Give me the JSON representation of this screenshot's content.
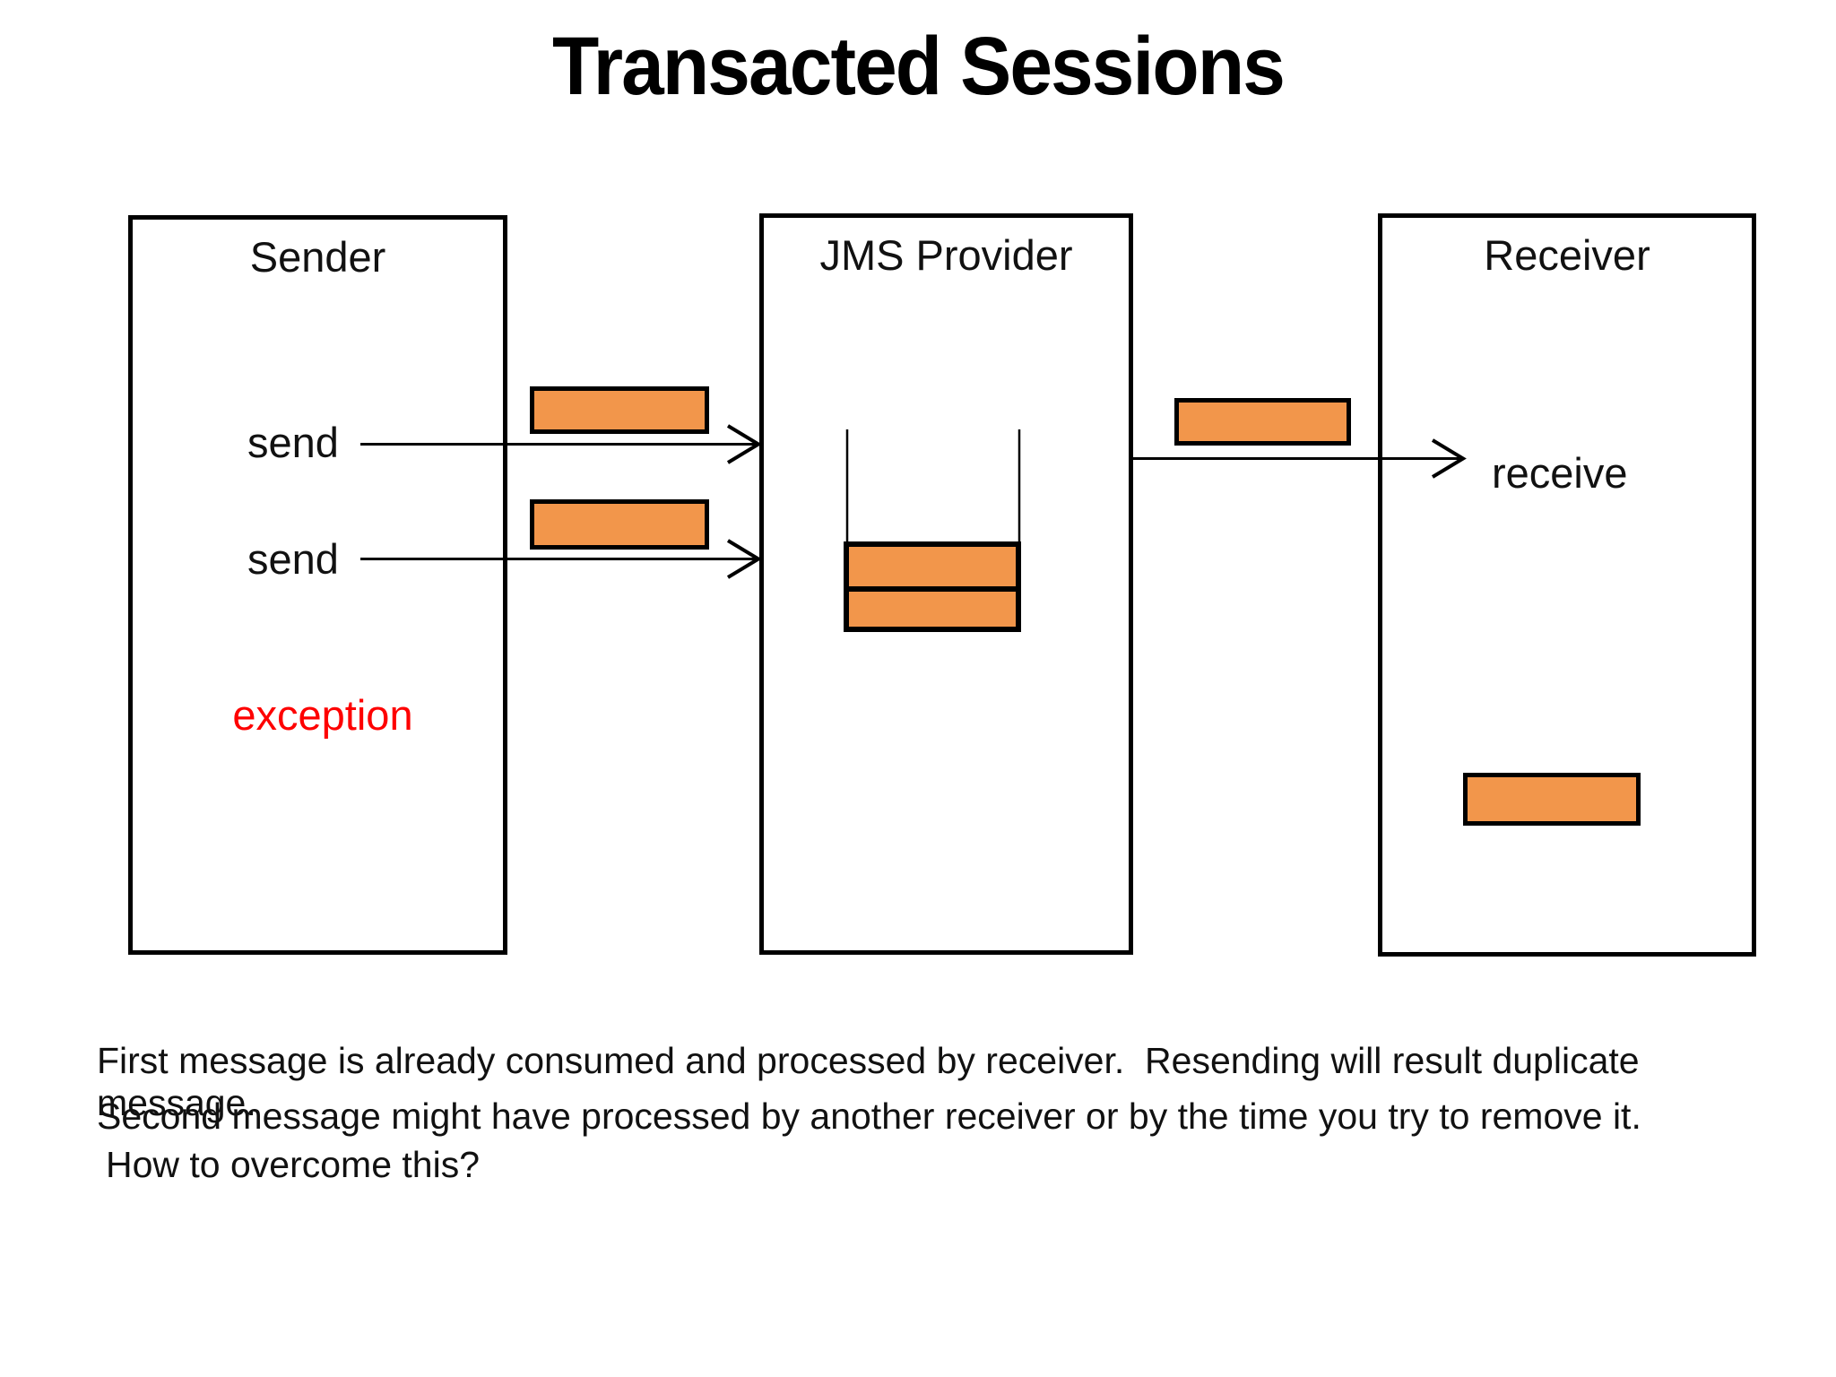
{
  "title": "Transacted Sessions",
  "colors": {
    "message_fill": "#F2964B",
    "outline": "#000000",
    "exception_red": "#FE0000",
    "text": "#111111"
  },
  "boxes": {
    "sender": {
      "label": "Sender"
    },
    "jms_provider": {
      "label": "JMS Provider"
    },
    "receiver": {
      "label": "Receiver"
    }
  },
  "actions": {
    "send_1": "send",
    "send_2": "send",
    "exception": "exception",
    "receive": "receive"
  },
  "notes": [
    "First message is already consumed and processed by receiver.  Resending will result duplicate message.",
    "Second message might have processed by another receiver or by the time you try to remove it.",
    "How to overcome this?"
  ]
}
